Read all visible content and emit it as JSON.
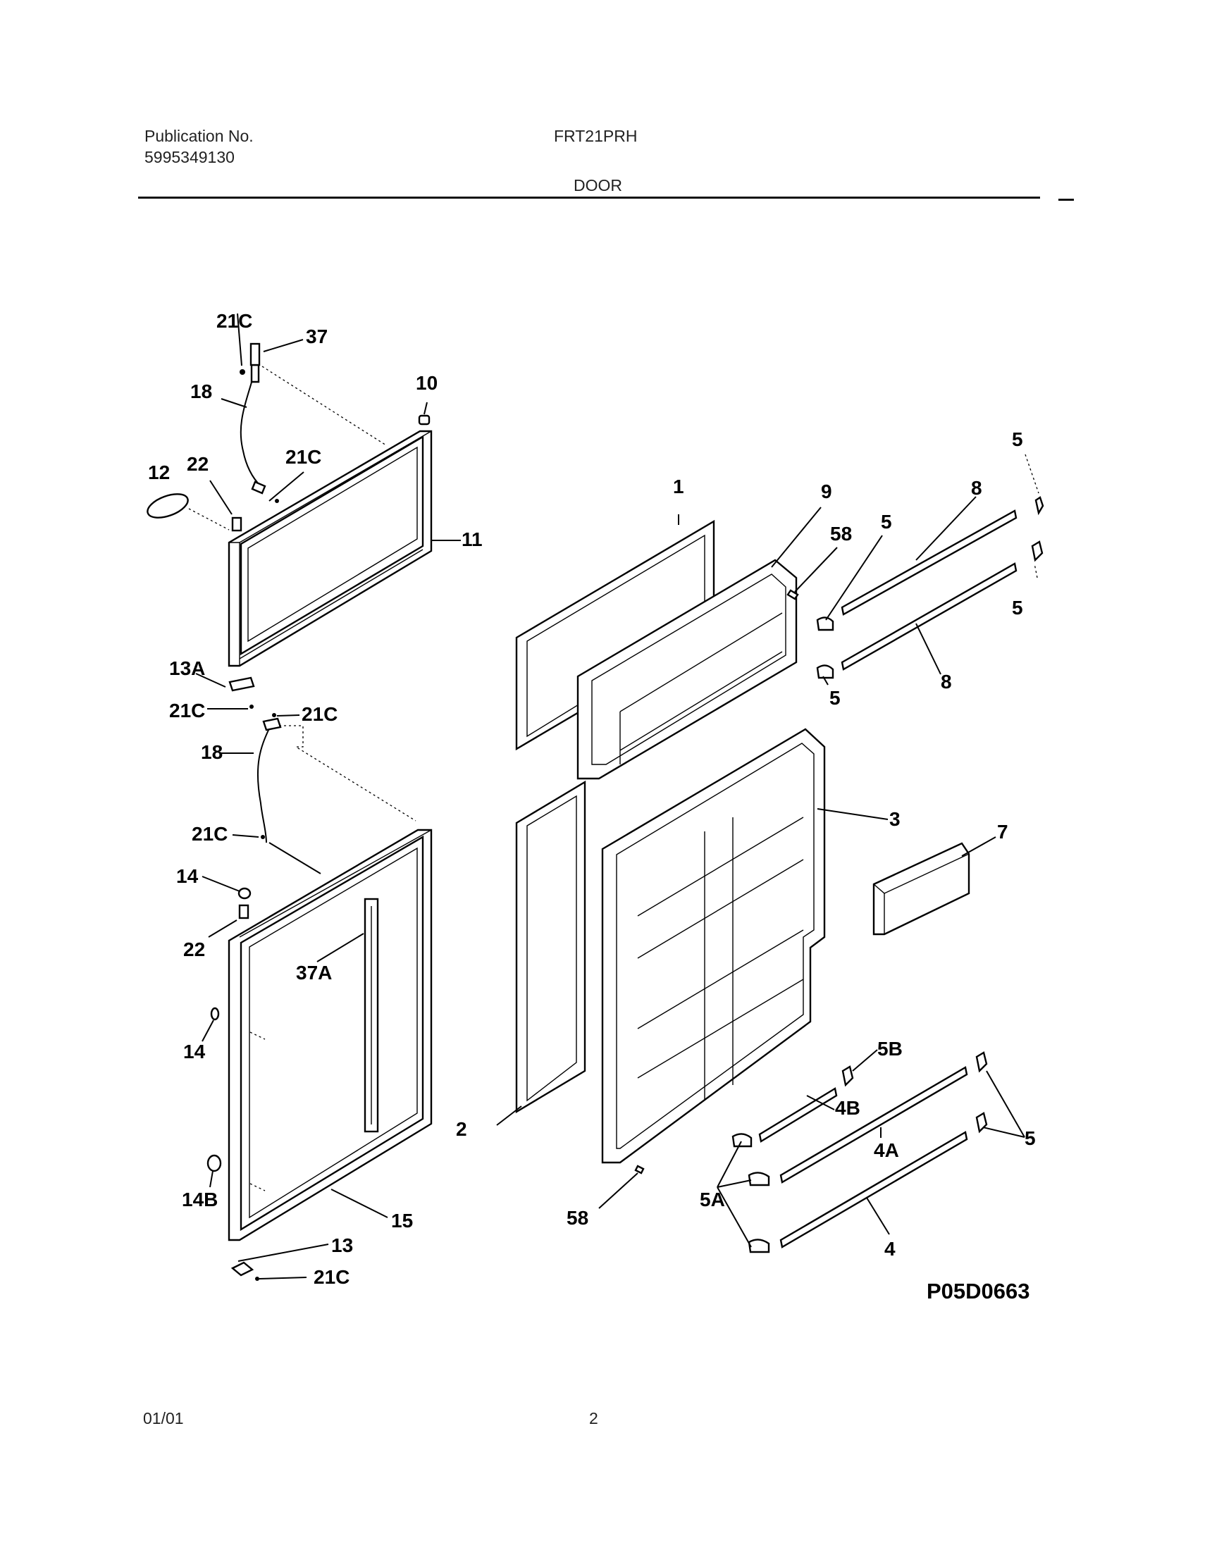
{
  "header": {
    "publication_label": "Publication No.",
    "publication_number": "5995349130",
    "model": "FRT21PRH",
    "section": "DOOR"
  },
  "footer": {
    "date": "01/01",
    "page": "2"
  },
  "diagram": {
    "code": "P05D0663",
    "callouts": [
      "21C",
      "37",
      "18",
      "10",
      "21C",
      "12",
      "22",
      "11",
      "13A",
      "21C",
      "21C",
      "18",
      "21C",
      "14",
      "22",
      "37A",
      "14",
      "14B",
      "15",
      "13",
      "21C",
      "1",
      "9",
      "58",
      "5",
      "8",
      "5",
      "5",
      "8",
      "5",
      "2",
      "3",
      "7",
      "5B",
      "4B",
      "4A",
      "5",
      "5A",
      "58",
      "4"
    ]
  }
}
